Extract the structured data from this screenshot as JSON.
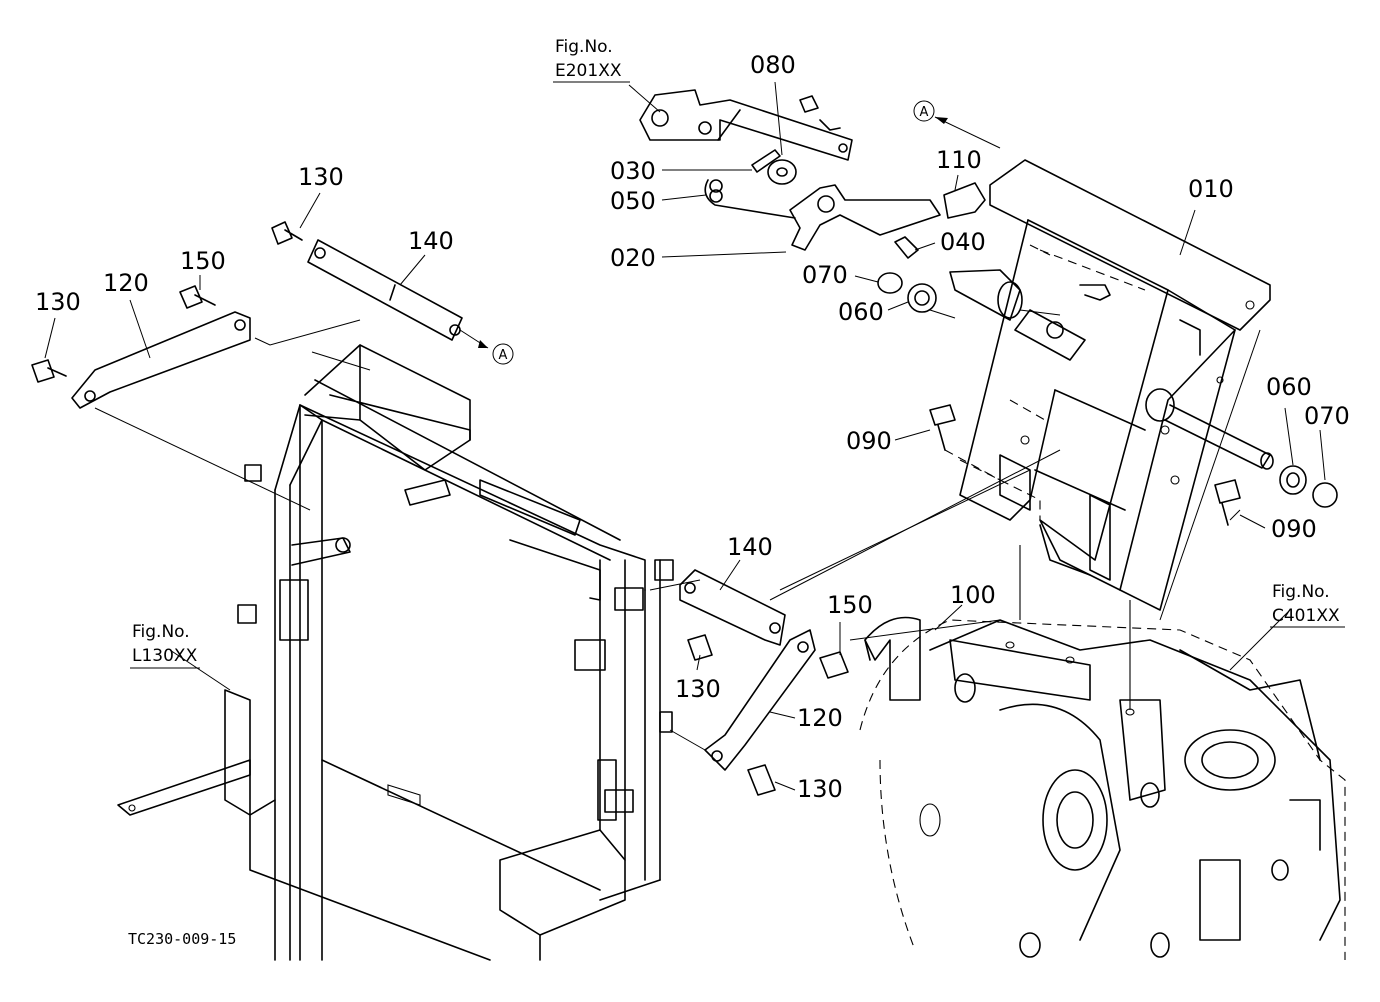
{
  "drawing_code": "TC230-009-15",
  "fig_refs": [
    {
      "prefix": "Fig.No.",
      "code": "E201XX"
    },
    {
      "prefix": "Fig.No.",
      "code": "L130XX"
    },
    {
      "prefix": "Fig.No.",
      "code": "C401XX"
    }
  ],
  "ref_mark": "A",
  "callouts": [
    "010",
    "020",
    "030",
    "040",
    "050",
    "060",
    "060",
    "070",
    "070",
    "080",
    "090",
    "090",
    "100",
    "110",
    "120",
    "120",
    "130",
    "130",
    "130",
    "130",
    "140",
    "140",
    "150",
    "150"
  ]
}
